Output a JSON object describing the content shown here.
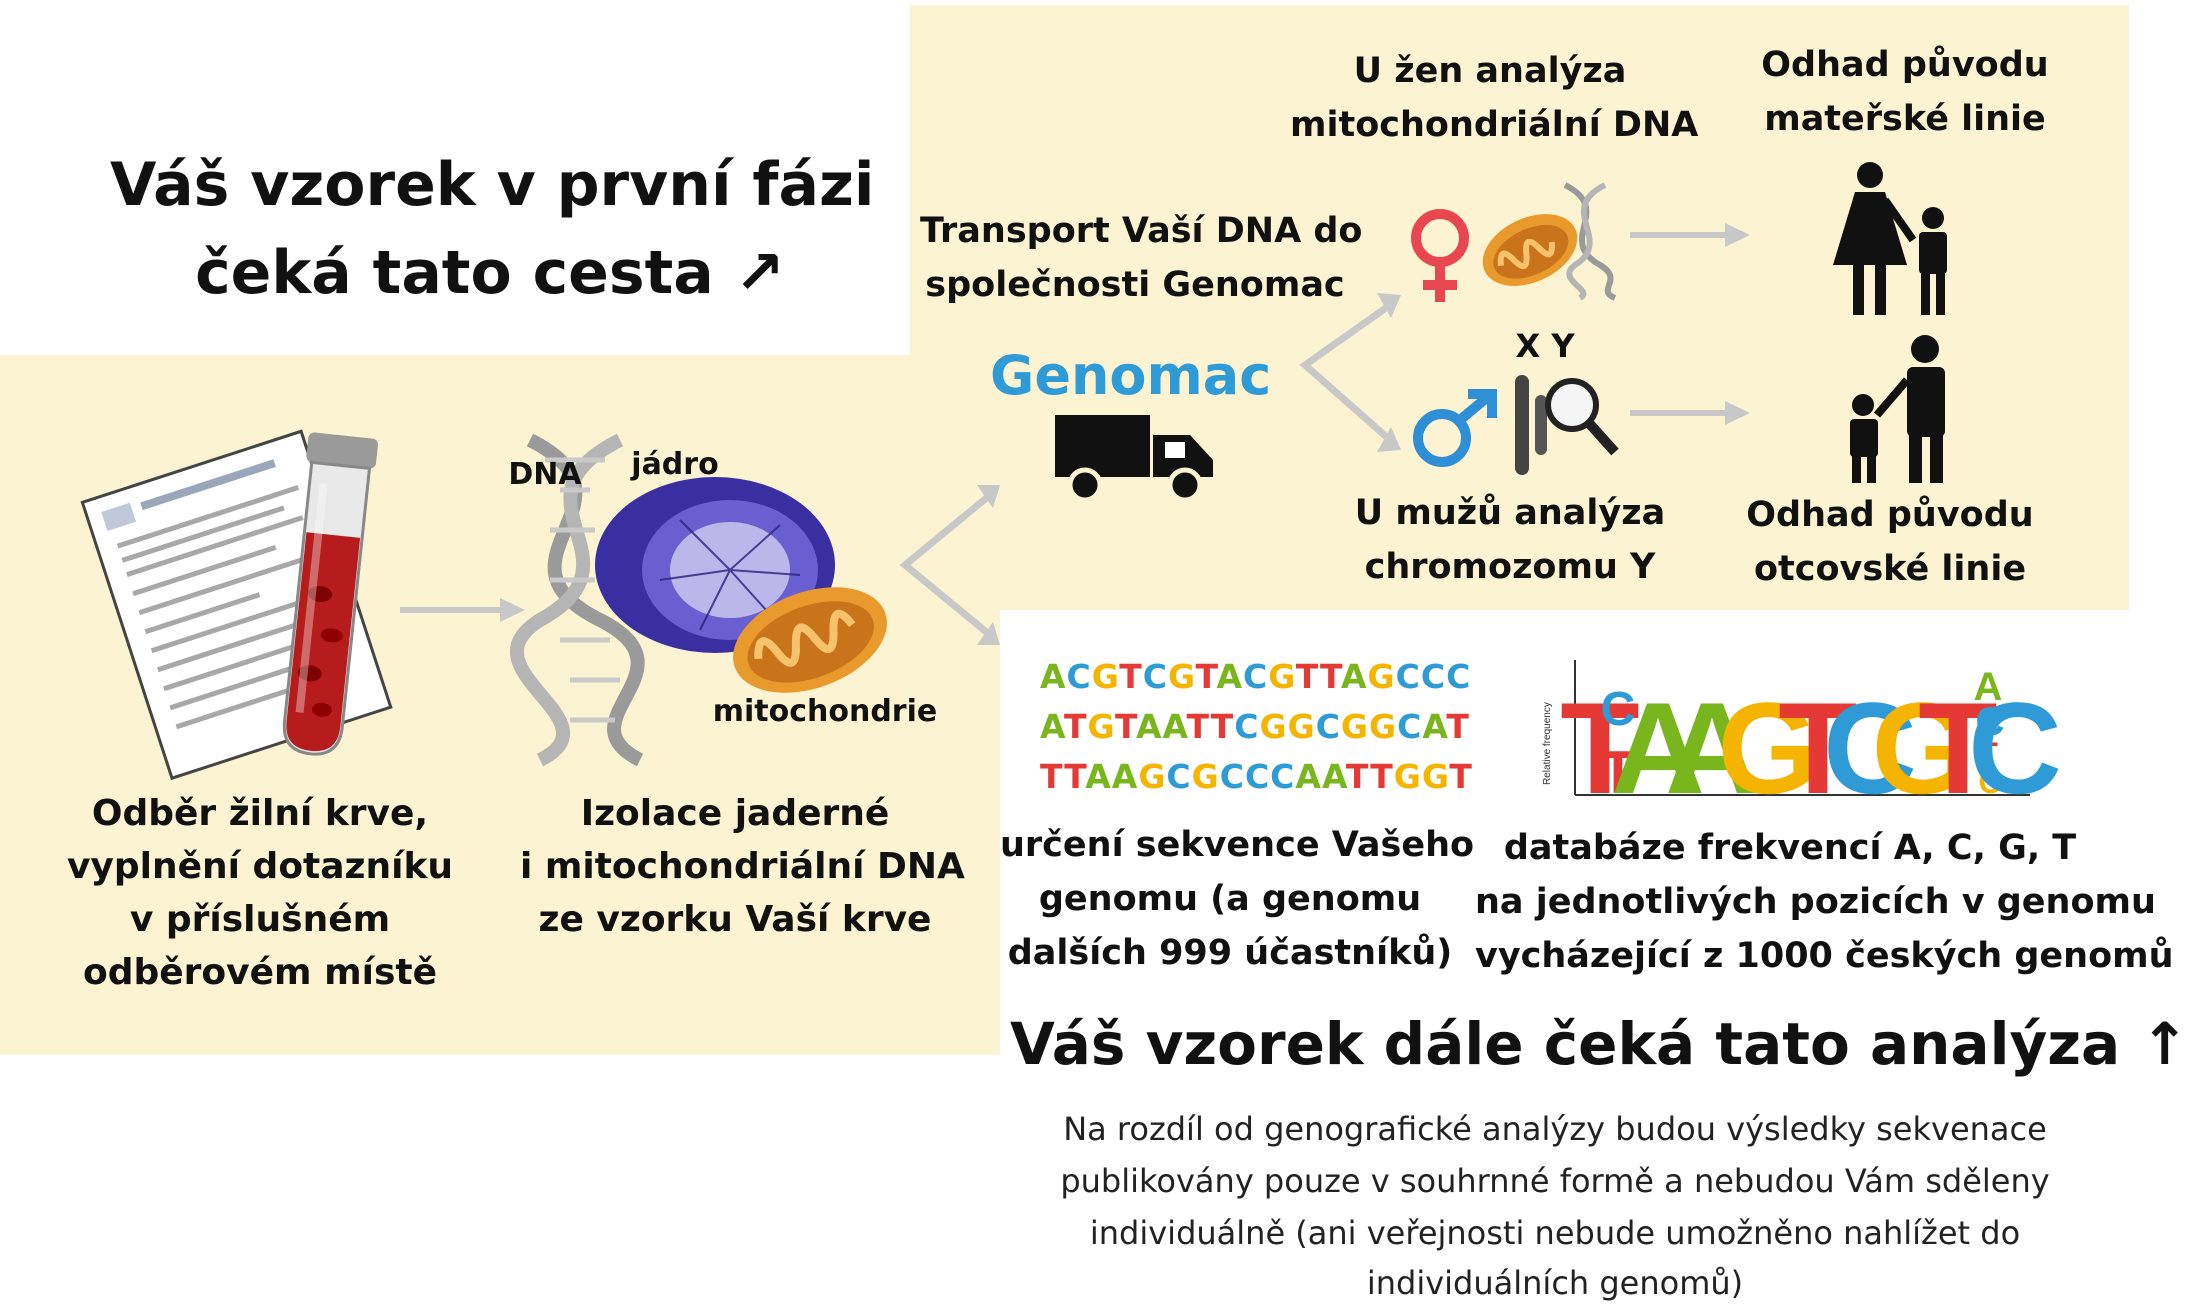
{
  "title_left": {
    "line1": "Váš vzorek v první fázi",
    "line2": "čeká tato cesta ↗"
  },
  "step_blood": {
    "lines": [
      "Odběr žilní krve,",
      "vyplnění dotazníku",
      "v příslušném",
      "odběrovém místě"
    ]
  },
  "step_isolation": {
    "lines": [
      "Izolace jaderné",
      "i mitochondriální DNA",
      "ze vzorku Vaší krve"
    ]
  },
  "cell_labels": {
    "dna": "DNA",
    "nucleus": "jádro",
    "mitochondria": "mitochondrie"
  },
  "transport": {
    "lines": [
      "Transport Vaší DNA do",
      "společnosti Genomac"
    ],
    "logo_text": "Genomac"
  },
  "women": {
    "lines": [
      "U žen analýza",
      "mitochondriální DNA"
    ]
  },
  "men": {
    "lines": [
      "U mužů analýza",
      "chromozomu Y"
    ],
    "chromosome_label": "X Y"
  },
  "maternal": {
    "lines": [
      "Odhad původu",
      "mateřské linie"
    ]
  },
  "paternal": {
    "lines": [
      "Odhad původu",
      "otcovské linie"
    ]
  },
  "sequences": {
    "rows": [
      "ACGTCGTACGTTAGCCC",
      "ATGTAATTCGGCGGCAT",
      "TTAAGCGCCCAATTGGT"
    ],
    "caption": [
      "určení sekvence Vašeho",
      "genomu (a genomu",
      "dalších 999 účastníků)"
    ]
  },
  "logo_plot": {
    "ylabel": "Relative frequency",
    "caption": [
      "databáze frekvencí A, C, G, T",
      "na jednotlivých pozicích v genomu",
      "vycházející z 1000 českých genomů"
    ]
  },
  "analysis_title": "Váš vzorek dále čeká tato analýza ↑",
  "analysis_note": [
    "Na rozdíl od genografické analýzy budou výsledky sekvenace",
    "publikovány pouze v souhrnné formě a nebudou Vám sděleny",
    "individuálně (ani veřejnosti nebude umožněno nahlížet do",
    "individuálních genomů)"
  ],
  "colors": {
    "panel": "#fcf3d2",
    "A": "#79b51c",
    "C": "#2f9bd6",
    "G": "#f4b400",
    "T": "#e53935",
    "female": "#e8474f",
    "male": "#2e8fd6",
    "arrow": "#c8c8c8",
    "blood": "#b71c1c",
    "nucleus": "#3a2fa0",
    "mitochondria": "#e89a2c"
  }
}
